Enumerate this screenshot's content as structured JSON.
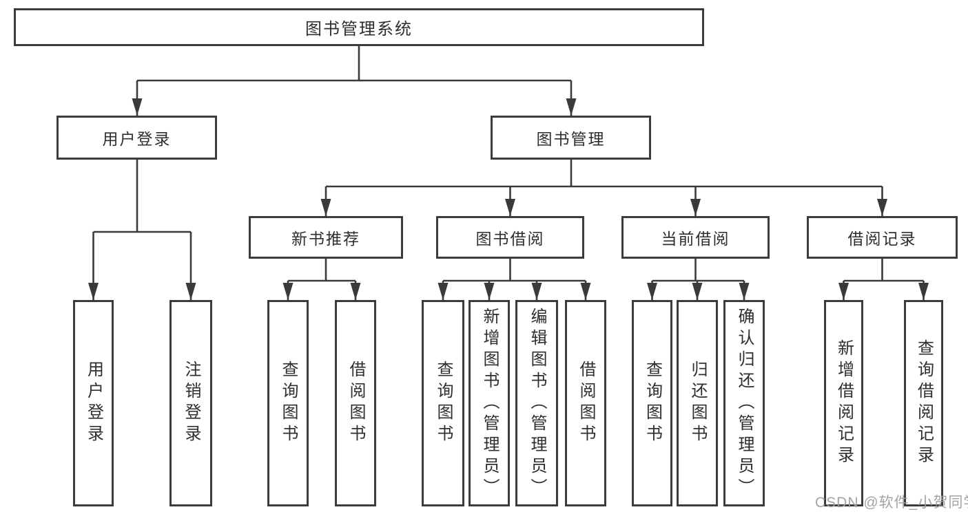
{
  "diagram": {
    "watermark": "CSDN @软件_小贺同学",
    "colors": {
      "line": "#3a3a3a",
      "box_border": "#3b3b3b",
      "text": "#2e2e2e",
      "watermark": "#9e9e9e",
      "background": "#ffffff"
    }
  },
  "tree": {
    "root": {
      "label": "图书管理系统",
      "children": [
        {
          "label": "用户登录",
          "children": [
            {
              "label": "用户登录"
            },
            {
              "label": "注销登录"
            }
          ]
        },
        {
          "label": "图书管理",
          "children": [
            {
              "label": "新书推荐",
              "children": [
                {
                  "label": "查询图书"
                },
                {
                  "label": "借阅图书"
                }
              ]
            },
            {
              "label": "图书借阅",
              "children": [
                {
                  "label": "查询图书"
                },
                {
                  "label": "新增图书（管理员）"
                },
                {
                  "label": "编辑图书（管理员）"
                },
                {
                  "label": "借阅图书"
                }
              ]
            },
            {
              "label": "当前借阅",
              "children": [
                {
                  "label": "查询图书"
                },
                {
                  "label": "归还图书"
                },
                {
                  "label": "确认归还（管理员）"
                }
              ]
            },
            {
              "label": "借阅记录",
              "children": [
                {
                  "label": "新增借阅记录"
                },
                {
                  "label": "查询借阅记录"
                }
              ]
            }
          ]
        }
      ]
    }
  }
}
